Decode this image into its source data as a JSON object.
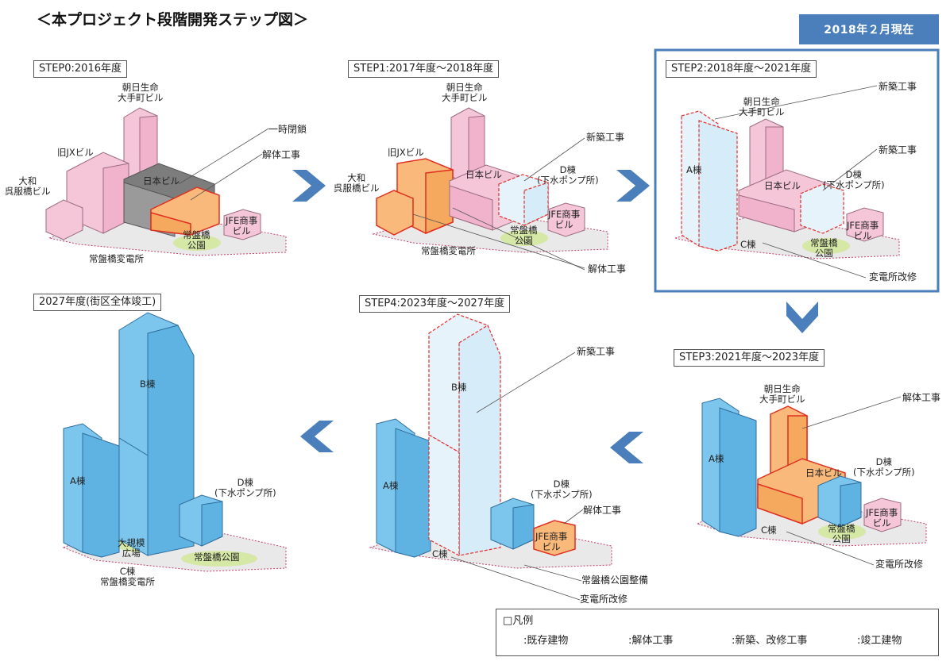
{
  "header": {
    "title": "＜本プロジェクト段階開発ステップ図＞",
    "date_badge": "2018年２月現在"
  },
  "steps": {
    "step0": {
      "label": "STEP0:2016年度",
      "buildings": {
        "asahi": "朝日生命\n大手町ビル",
        "jx": "旧JXビル",
        "daiwa": "大和\n呉服橋ビル",
        "nihon": "日本ビル",
        "jfe": "JFE商事\nビル",
        "park": "常盤橋\n公園",
        "substation": "常盤橋変電所"
      },
      "callouts": {
        "closed": "一時閉鎖",
        "demolition": "解体工事"
      }
    },
    "step1": {
      "label": "STEP1:2017年度～2018年度",
      "buildings": {
        "asahi": "朝日生命\n大手町ビル",
        "jx": "旧JXビル",
        "daiwa": "大和\n呉服橋ビル",
        "nihon": "日本ビル",
        "d": "D棟\n(下水ポンプ所)",
        "jfe": "JFE商事\nビル",
        "park": "常盤橋\n公園",
        "substation": "常盤橋変電所"
      },
      "callouts": {
        "new": "新築工事",
        "demolition": "解体工事"
      }
    },
    "step2": {
      "label": "STEP2:2018年度～2021年度",
      "buildings": {
        "a": "A棟",
        "asahi": "朝日生命\n大手町ビル",
        "nihon": "日本ビル",
        "d": "D棟\n(下水ポンプ所)",
        "jfe": "JFE商事\nビル",
        "park": "常盤橋\n公園",
        "c": "C棟"
      },
      "callouts": {
        "new1": "新築工事",
        "new2": "新築工事",
        "substation": "変電所改修"
      }
    },
    "step3": {
      "label": "STEP3:2021年度～2023年度",
      "buildings": {
        "a": "A棟",
        "asahi": "朝日生命\n大手町ビル",
        "nihon": "日本ビル",
        "d": "D棟\n(下水ポンプ所)",
        "jfe": "JFE商事\nビル",
        "park": "常盤橋\n公園",
        "c": "C棟"
      },
      "callouts": {
        "demolition": "解体工事",
        "substation": "変電所改修"
      }
    },
    "step4": {
      "label": "STEP4:2023年度～2027年度",
      "buildings": {
        "a": "A棟",
        "b": "B棟",
        "d": "D棟\n(下水ポンプ所)",
        "jfe": "JFE商事\nビル",
        "c": "C棟"
      },
      "callouts": {
        "new": "新築工事",
        "demolition": "解体工事",
        "park": "常盤橋公園整備",
        "substation": "変電所改修"
      }
    },
    "final": {
      "label": "2027年度(街区全体竣工)",
      "buildings": {
        "a": "A棟",
        "b": "B棟",
        "d": "D棟\n(下水ポンプ所)",
        "plaza": "大規模\n広場",
        "park": "常盤橋公園",
        "c": "C棟\n常盤橋変電所"
      }
    }
  },
  "legend": {
    "title": "□凡例",
    "items": [
      {
        "label": ":既存建物",
        "color": "#f5c6d8",
        "stroke": "#a0607a"
      },
      {
        "label": ":解体工事",
        "color": "#f9b97a",
        "stroke": "#e03020"
      },
      {
        "label": ":新築、改修工事",
        "color": "#ffffff",
        "stroke": "#e03030"
      },
      {
        "label": ":竣工建物",
        "color": "#7cc6ee",
        "stroke": "#2f6e9e"
      }
    ]
  },
  "colors": {
    "existing": "#f5c6d8",
    "existing_stroke": "#9c6b80",
    "demolition": "#f9b97a",
    "demolition_stroke": "#e03020",
    "new_fill": "#e6f3fb",
    "new_stroke": "#e03030",
    "complete": "#7cc6ee",
    "complete_stroke": "#2f6e9e",
    "closed": "#7d7d7d",
    "park": "#d6e8a6",
    "arrow": "#4a7fbb",
    "badge": "#4a7fbb"
  }
}
